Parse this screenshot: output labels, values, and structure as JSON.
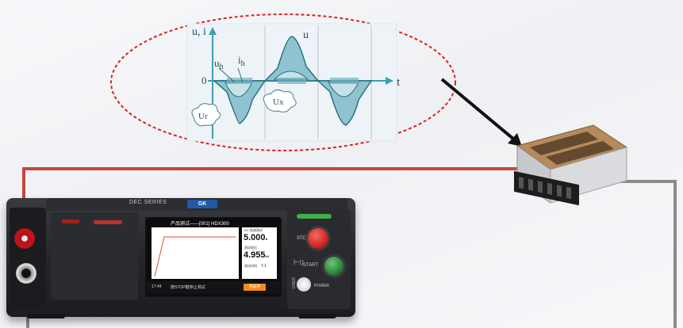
{
  "waveform_diagram": {
    "axis_y_label": "u, i",
    "axis_x_label": "t",
    "origin_label": "0",
    "curve_u_label": "u",
    "voltage_h_label": "u",
    "voltage_h_sub": "h",
    "current_h_label": "i",
    "current_h_sub": "h",
    "bubble_ur": "Ur",
    "bubble_ux": "Ux"
  },
  "tester": {
    "series_label": "DEC SERIES",
    "brand_logo_text": "GK",
    "brand_logo_sub": "",
    "screen": {
      "title": "产品测试——[001] HDX300",
      "reading_top_caption": "EC-电流测试",
      "reading_top_value": "5.000",
      "reading_top_unit": "A",
      "reading_mid_caption": "测试电压",
      "reading_mid_value": "4.955",
      "reading_mid_unit": "kV",
      "reading_bottom_caption": "测试时间",
      "reading_bottom_value": "7.1",
      "status_time": "17:44",
      "status_message": "按STOP键停止测试",
      "status_button": "测试中"
    },
    "stop_label": "STOP",
    "start_label": "START",
    "power_label": "POWER",
    "user_label": "USER"
  },
  "colors": {
    "ellipse_border": "#d7261e",
    "hv_wire": "#c8443e",
    "return_wire": "#8a8a8a",
    "stop_button": "#d62b2b",
    "start_button": "#2f8a3c",
    "screen_accent": "#f28a1e",
    "waveform_fill": "#3f9fb0"
  },
  "icons": {
    "pointer_arrow": "arrow-icon",
    "stop_button": "stop-button-icon",
    "start_button": "start-button-icon"
  }
}
